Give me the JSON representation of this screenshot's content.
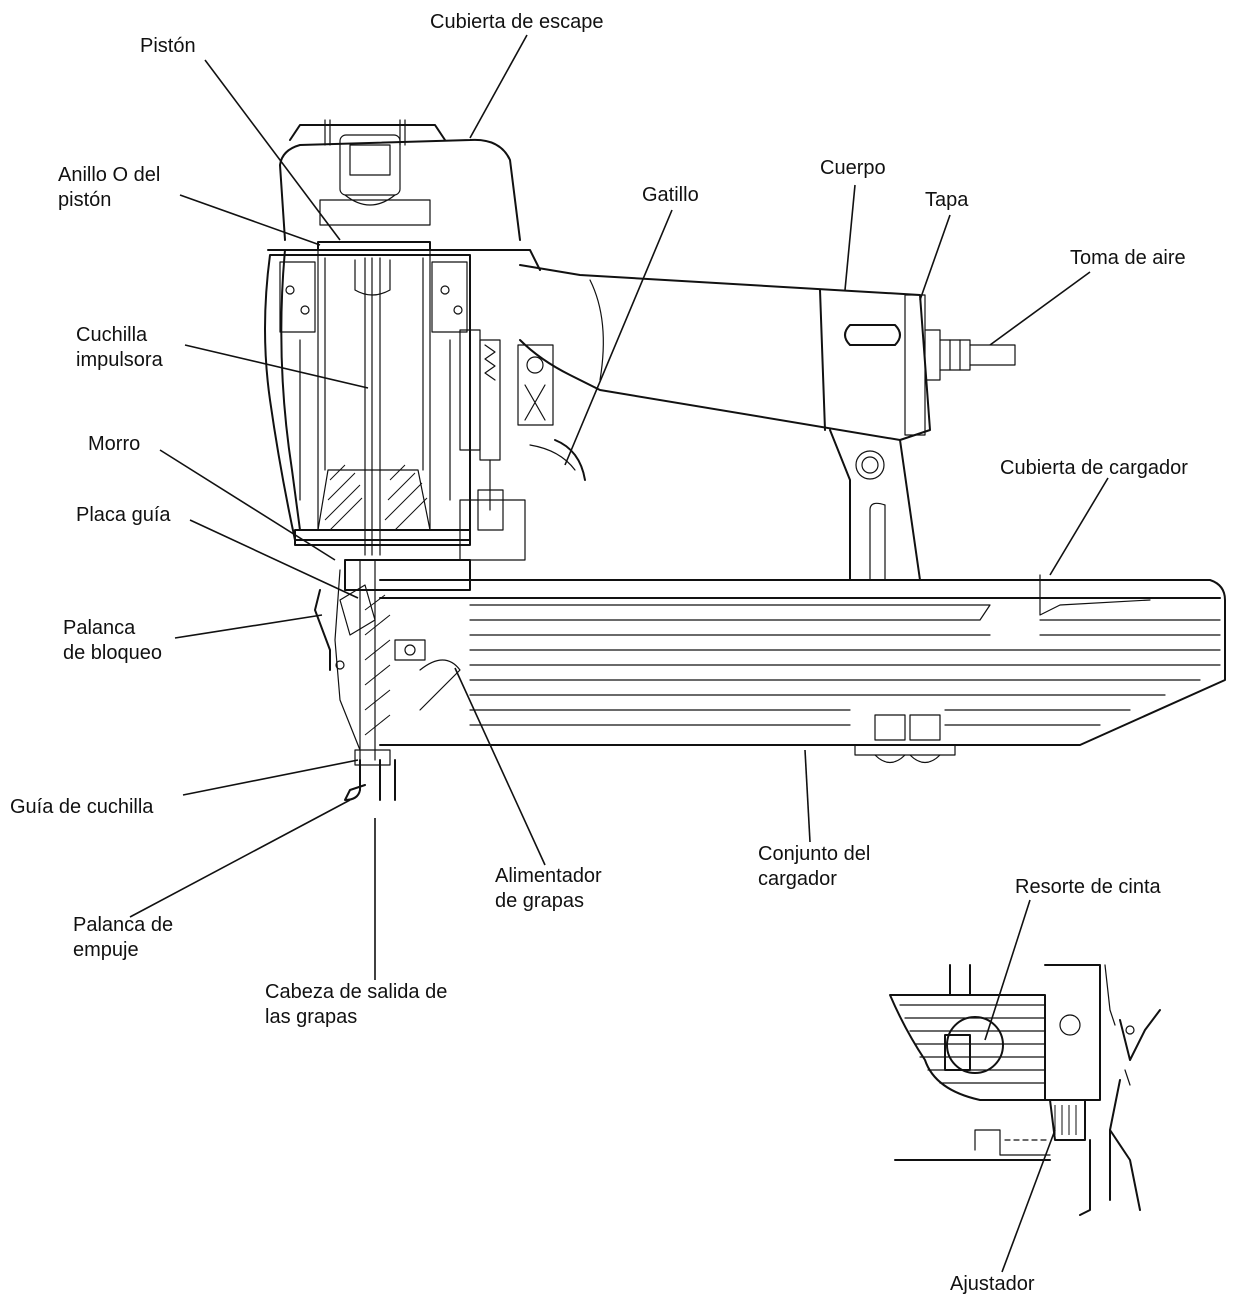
{
  "labels": {
    "cubierta_escape": "Cubierta de escape",
    "piston": "Pistón",
    "anillo_o": [
      "Anillo O del",
      "pistón"
    ],
    "gatillo": "Gatillo",
    "cuerpo": "Cuerpo",
    "tapa": "Tapa",
    "toma_aire": "Toma de aire",
    "cuchilla_impulsora": [
      "Cuchilla",
      "impulsora"
    ],
    "morro": "Morro",
    "cubierta_cargador": "Cubierta de cargador",
    "placa_guia": "Placa guía",
    "palanca_bloqueo": [
      "Palanca",
      "de bloqueo"
    ],
    "guia_cuchilla": "Guía de cuchilla",
    "conjunto_cargador": [
      "Conjunto del",
      "cargador"
    ],
    "alimentador_grapas": [
      "Alimentador",
      "de grapas"
    ],
    "palanca_empuje": [
      "Palanca de",
      "empuje"
    ],
    "resorte_cinta": "Resorte de cinta",
    "cabeza_salida": [
      "Cabeza de salida de",
      "las grapas"
    ],
    "ajustador": "Ajustador"
  },
  "colors": {
    "ink": "#111111",
    "background": "#ffffff"
  }
}
